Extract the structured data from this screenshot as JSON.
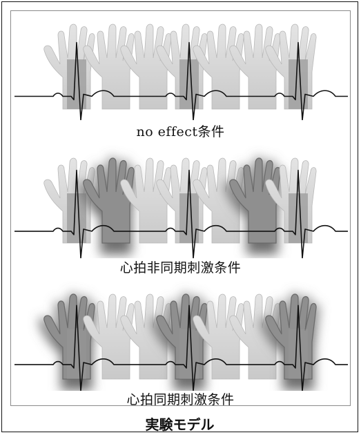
{
  "panels": [
    {
      "caption": "no effect条件",
      "highlighted_hands": []
    },
    {
      "caption": "心拍非同期刺激条件",
      "highlighted_hands": [
        1,
        5
      ]
    },
    {
      "caption": "心拍同期刺激条件",
      "highlighted_hands": [
        0,
        3,
        6
      ]
    }
  ],
  "hand_count": 7,
  "beat_hands": [
    0,
    3,
    6
  ],
  "model_title": "実験モデル",
  "colors": {
    "hand_light": "#e4e4e4",
    "hand_mid": "#c9c9c9",
    "hand_dark": "#8f8f8f",
    "glow": "#6f6f6f",
    "ecg_line": "#111111"
  }
}
